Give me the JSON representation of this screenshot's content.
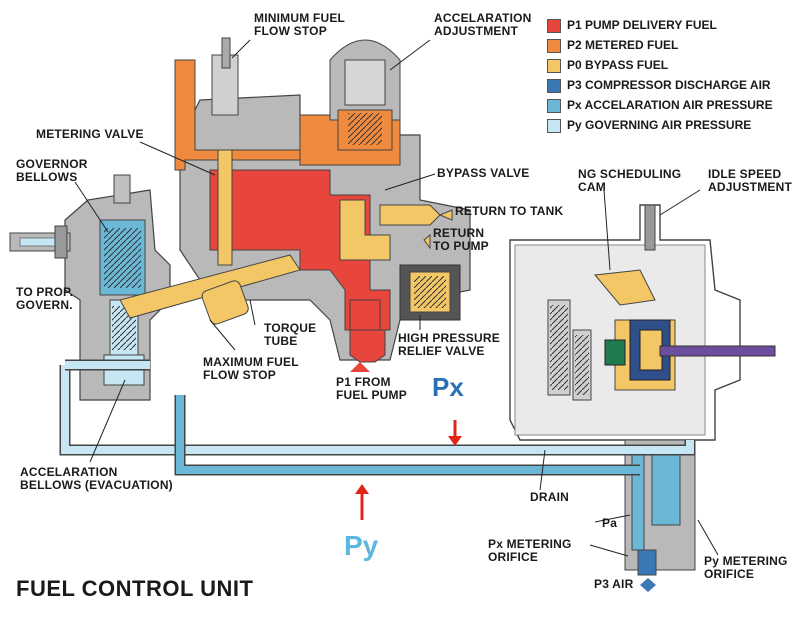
{
  "title": "FUEL CONTROL UNIT",
  "legend": [
    {
      "text": "P1 PUMP DELIVERY FUEL",
      "color": "#e8453c"
    },
    {
      "text": "P2 METERED FUEL",
      "color": "#f08a3e"
    },
    {
      "text": "P0 BYPASS FUEL",
      "color": "#f3c766"
    },
    {
      "text": "P3 COMPRESSOR DISCHARGE AIR",
      "color": "#3a78b5"
    },
    {
      "text": "Px ACCELARATION AIR PRESSURE",
      "color": "#6bb7d6"
    },
    {
      "text": "Py GOVERNING AIR PRESSURE",
      "color": "#c5e6f2"
    }
  ],
  "labels": {
    "min_fuel_stop": [
      "MINIMUM FUEL",
      "FLOW STOP"
    ],
    "accel_adjust": [
      "ACCELARATION",
      "ADJUSTMENT"
    ],
    "metering_valve": [
      "METERING VALVE"
    ],
    "governor_bellows": [
      "GOVERNOR",
      "BELLOWS"
    ],
    "bypass_valve": [
      "BYPASS VALVE"
    ],
    "return_tank": [
      "RETURN TO TANK"
    ],
    "return_pump": [
      "RETURN",
      "TO PUMP"
    ],
    "ng_cam": [
      "NG SCHEDULING",
      "CAM"
    ],
    "idle_adjust": [
      "IDLE SPEED",
      "ADJUSTMENT"
    ],
    "to_prop": [
      "TO PROP.",
      "GOVERN."
    ],
    "torque_tube": [
      "TORQUE",
      "TUBE"
    ],
    "hp_relief": [
      "HIGH PRESSURE",
      "RELIEF VALVE"
    ],
    "max_fuel_stop": [
      "MAXIMUM FUEL",
      "FLOW STOP"
    ],
    "p1_from_pump": [
      "P1 FROM",
      "FUEL PUMP"
    ],
    "accel_bellows": [
      "ACCELARATION",
      "BELLOWS (EVACUATION)"
    ],
    "drain": [
      "DRAIN"
    ],
    "px_orifice": [
      "Px METERING",
      "ORIFICE"
    ],
    "py_orifice": [
      "Py METERING",
      "ORIFICE"
    ],
    "pa": [
      "Pa"
    ],
    "p3_air": [
      "P3 AIR"
    ]
  },
  "pressures": {
    "px": "Px",
    "py": "Py"
  },
  "colors": {
    "p1": "#e8453c",
    "p2": "#f08a3e",
    "p0": "#f3c766",
    "p3": "#3a78b5",
    "px": "#6bb7d6",
    "py": "#c5e6f2",
    "housing": "#b9b9b9",
    "arrow_red": "#e1251b",
    "px_text": "#2b6fb5",
    "py_text": "#5db6de"
  }
}
